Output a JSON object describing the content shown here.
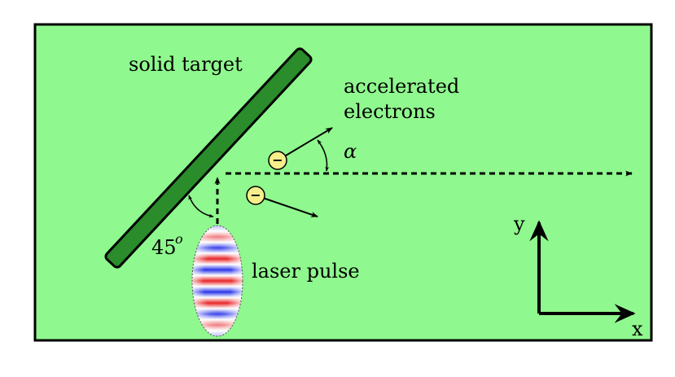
{
  "labels": {
    "target": "solid target",
    "electrons_line1": "accelerated",
    "electrons_line2": "electrons",
    "alpha": "α",
    "angle_value": "45",
    "angle_unit": "o",
    "laser": "laser pulse",
    "axis_y": "y",
    "axis_x": "x",
    "electron_symbol": "−"
  },
  "colors": {
    "background": "#8ff88e",
    "target_fill": "#2a8c2a",
    "electron_fill": "#f5ee8a",
    "pulse_red": "#e8262a",
    "pulse_blue": "#2a35e8"
  }
}
